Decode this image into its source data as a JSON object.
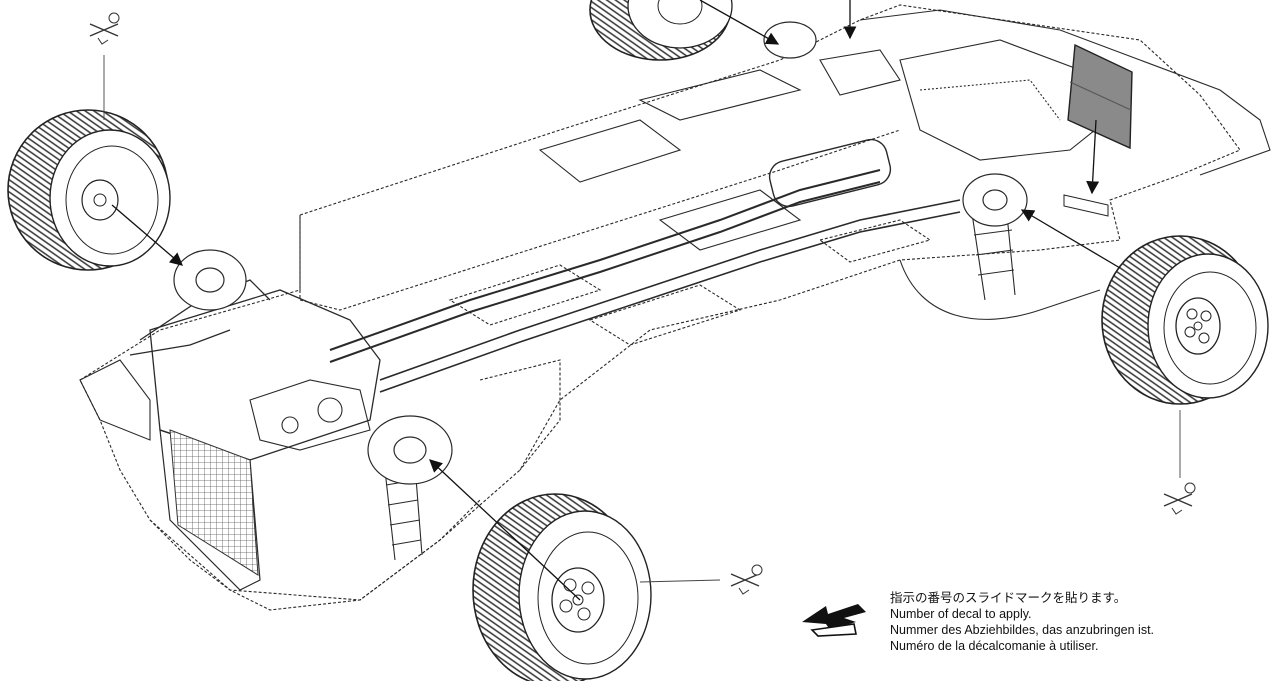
{
  "diagram": {
    "type": "assembly-instruction",
    "parts": [
      {
        "id": "wheel-front-left",
        "kind": "wheel"
      },
      {
        "id": "wheel-front-right",
        "kind": "wheel"
      },
      {
        "id": "wheel-rear-left",
        "kind": "wheel"
      },
      {
        "id": "wheel-rear-right",
        "kind": "wheel"
      },
      {
        "id": "decal-panel",
        "kind": "decal"
      },
      {
        "id": "chassis",
        "kind": "body-underside"
      }
    ],
    "tool_marks": [
      "screwdriver-icon",
      "screwdriver-icon",
      "screwdriver-icon"
    ]
  },
  "legend": {
    "icon": "decal-arrow-icon",
    "lines": [
      "指示の番号のスライドマークを貼ります。",
      "Number of decal to apply.",
      "Nummer des Abziehbildes, das anzubringen ist.",
      "Numéro de la décalcomanie à utiliser."
    ]
  },
  "colors": {
    "line": "#2a2a2a",
    "decal_fill": "#8a8a8a"
  }
}
